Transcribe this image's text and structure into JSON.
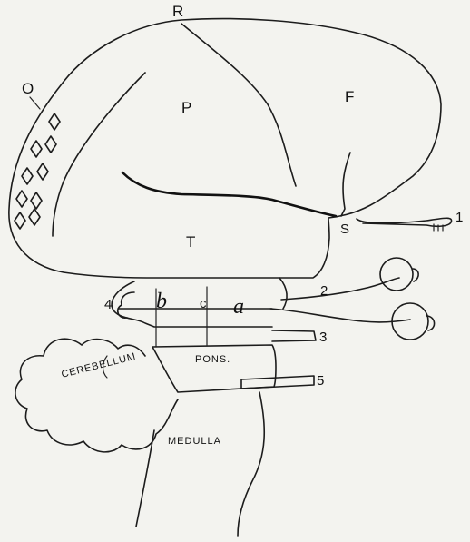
{
  "labels": {
    "R": "R",
    "F": "F",
    "P": "P",
    "O": "O",
    "T": "T",
    "S": "S",
    "n1": "1",
    "n2": "2",
    "n3": "3",
    "n4": "4",
    "n5": "5",
    "b": "b",
    "c": "c",
    "a": "a",
    "pons": "PONS.",
    "medulla": "MEDULLA",
    "cerebellum": "CEREBELLUM"
  }
}
